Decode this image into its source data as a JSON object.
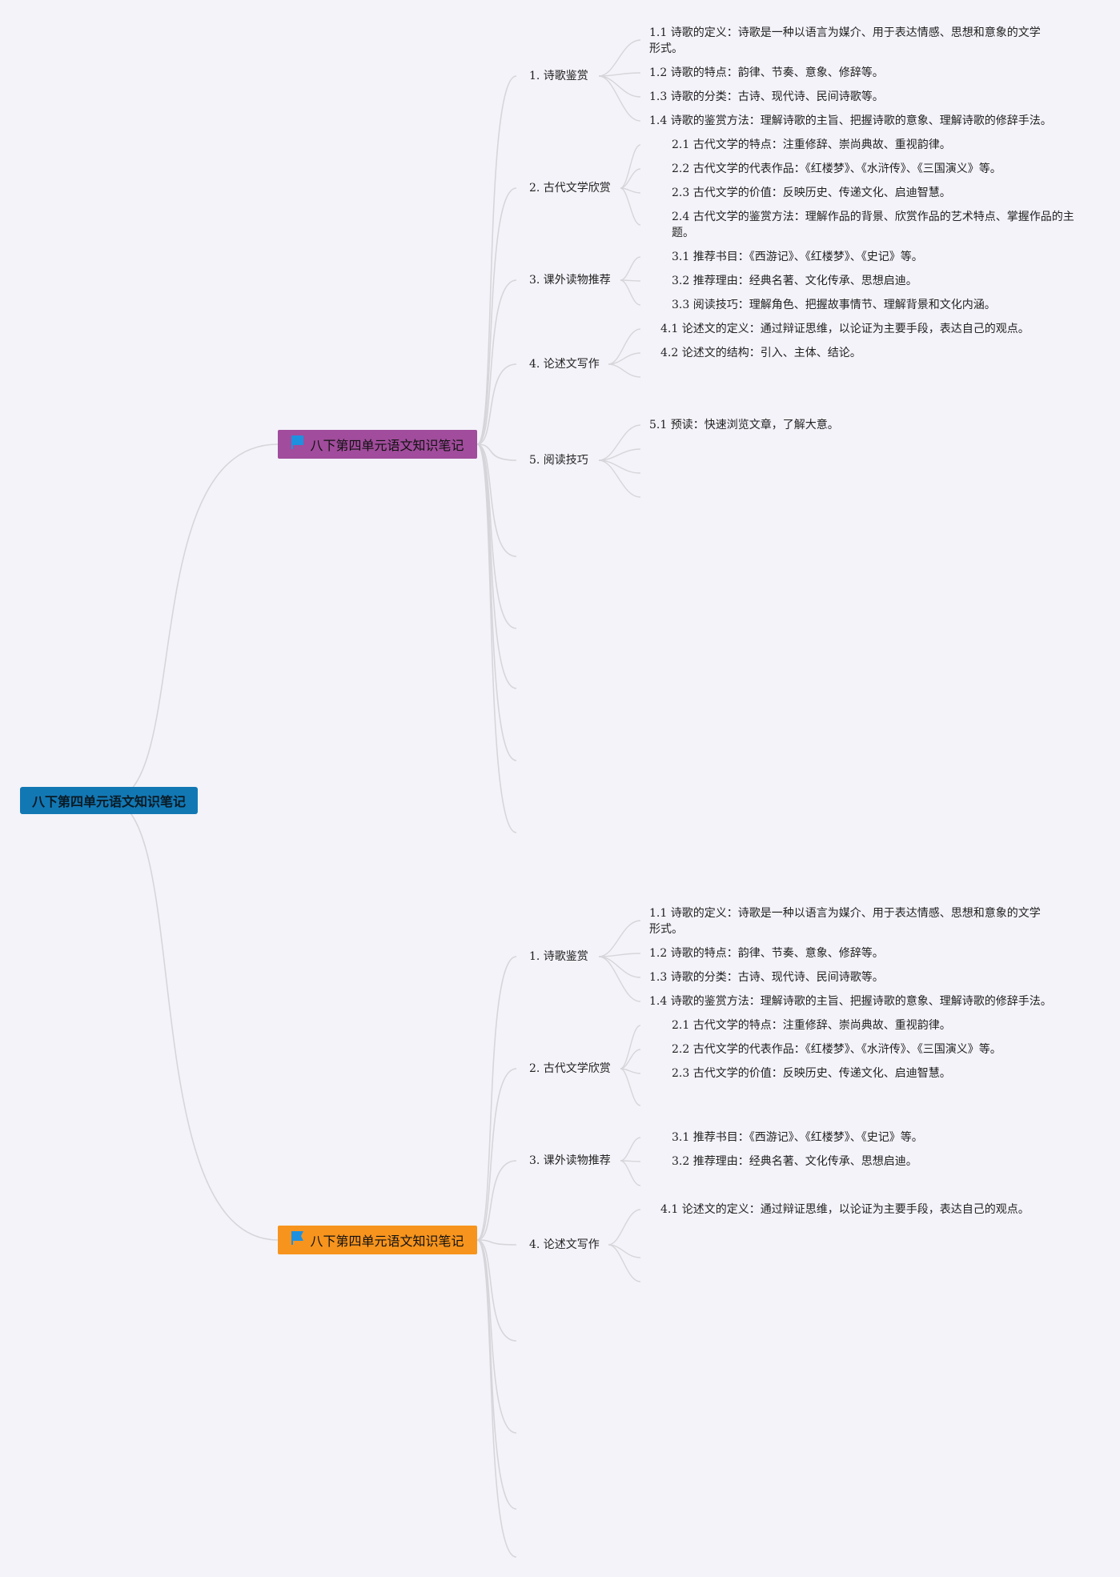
{
  "root": {
    "label": "八下第四单元语文知识笔记",
    "color": "#1278b4"
  },
  "branches": [
    {
      "label": "八下第四单元语文知识笔记",
      "color": "#a14c9c",
      "topics": [
        {
          "label": "1. 诗歌鉴赏",
          "items": [
            "1.1 诗歌的定义：诗歌是一种以语言为媒介、用于表达情感、思想和意象的文学形式。",
            "1.2 诗歌的特点：韵律、节奏、意象、修辞等。",
            "1.3 诗歌的分类：古诗、现代诗、民间诗歌等。",
            "1.4 诗歌的鉴赏方法：理解诗歌的主旨、把握诗歌的意象、理解诗歌的修辞手法。"
          ]
        },
        {
          "label": "2. 古代文学欣赏",
          "items": [
            "2.1 古代文学的特点：注重修辞、崇尚典故、重视韵律。",
            "2.2 古代文学的代表作品：《红楼梦》、《水浒传》、《三国演义》等。",
            "2.3 古代文学的价值：反映历史、传递文化、启迪智慧。",
            "2.4 古代文学的鉴赏方法：理解作品的背景、欣赏作品的艺术特点、掌握作品的主题。"
          ]
        },
        {
          "label": "3. 课外读物推荐",
          "items": [
            "3.1 推荐书目：《西游记》、《红楼梦》、《史记》等。",
            "3.2 推荐理由：经典名著、文化传承、思想启迪。",
            "3.3 阅读技巧：理解角色、把握故事情节、理解背景和文化内涵。"
          ]
        },
        {
          "label": "4. 论述文写作",
          "items": [
            "4.1 论述文的定义：通过辩证思维，以论证为主要手段，表达自己的观点。",
            "4.2 论述文的结构：引入、主体、结论。"
          ]
        },
        {
          "label": "5. 阅读技巧",
          "items": [
            "5.1 预读：快速浏览文章，了解大意。"
          ]
        }
      ]
    },
    {
      "label": "八下第四单元语文知识笔记",
      "color": "#f7941d",
      "topics": [
        {
          "label": "1. 诗歌鉴赏",
          "items": [
            "1.1 诗歌的定义：诗歌是一种以语言为媒介、用于表达情感、思想和意象的文学形式。",
            "1.2 诗歌的特点：韵律、节奏、意象、修辞等。",
            "1.3 诗歌的分类：古诗、现代诗、民间诗歌等。",
            "1.4 诗歌的鉴赏方法：理解诗歌的主旨、把握诗歌的意象、理解诗歌的修辞手法。"
          ]
        },
        {
          "label": "2. 古代文学欣赏",
          "items": [
            "2.1 古代文学的特点：注重修辞、崇尚典故、重视韵律。",
            "2.2 古代文学的代表作品：《红楼梦》、《水浒传》、《三国演义》等。",
            "2.3 古代文学的价值：反映历史、传递文化、启迪智慧。"
          ]
        },
        {
          "label": "3. 课外读物推荐",
          "items": [
            "3.1 推荐书目：《西游记》、《红楼梦》、《史记》等。",
            "3.2 推荐理由：经典名著、文化传承、思想启迪。"
          ]
        },
        {
          "label": "4. 论述文写作",
          "items": [
            "4.1 论述文的定义：通过辩证思维，以论证为主要手段，表达自己的观点。"
          ]
        }
      ]
    }
  ],
  "flag_color": "#1e90e0",
  "link_color": "#d6d6da"
}
